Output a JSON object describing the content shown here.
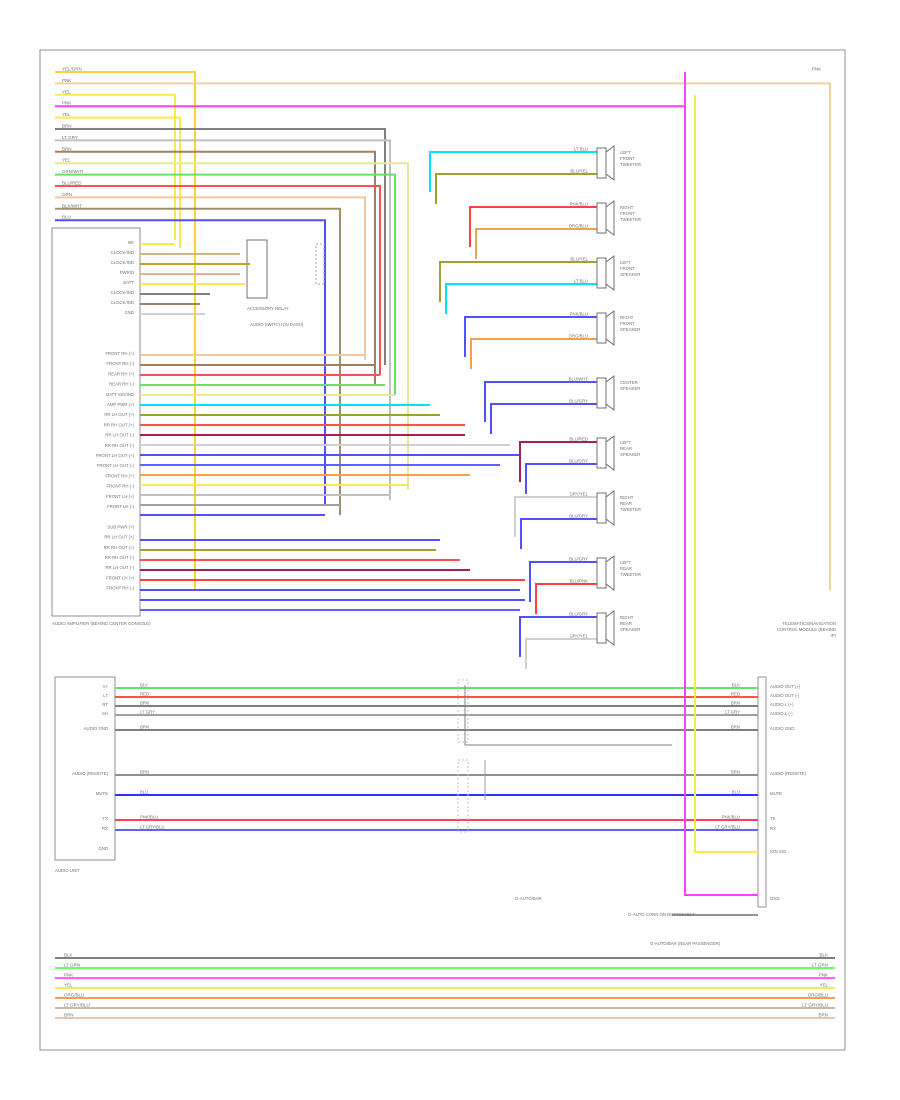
{
  "page_id": "",
  "top_bus": [
    {
      "label": "YEL/GRN",
      "color": "#ffd23c"
    },
    {
      "label": "PNK",
      "color": "#f0cfa0"
    },
    {
      "label": "YEL",
      "color": "#ffe84a"
    },
    {
      "label": "PNK",
      "color": "#ff40ff"
    },
    {
      "label": "YEL",
      "color": "#ffe84a"
    },
    {
      "label": "BRN",
      "color": "#808080"
    },
    {
      "label": "LT GRY",
      "color": "#c0c0c0"
    },
    {
      "label": "BRN",
      "color": "#a08060"
    },
    {
      "label": "YEL",
      "color": "#e8e89a"
    },
    {
      "label": "GRN/WHT",
      "color": "#66e066"
    },
    {
      "label": "BLU/RED",
      "color": "#ff5050"
    },
    {
      "label": "GRN",
      "color": "#f0c8a0"
    },
    {
      "label": "BLK/WHT",
      "color": "#a09070"
    },
    {
      "label": "BLU",
      "color": "#5050ff"
    }
  ],
  "top_bus_right_label": "PNK",
  "amp_left_labels": [
    "BK",
    "CLOCK/IND",
    "CLOCK/IND",
    "PWR/D",
    "BATT",
    "CLOCK/IND",
    "CLOCK/IND",
    "GND",
    "",
    "FRONT RH (+)",
    "FRONT RH (-)",
    "REAR RH (+)",
    "REAR RH (-)",
    "BATT SIG/IND",
    "AMP PWR (+)",
    "RR LH OUT (+)",
    "RR RH OUT (+)",
    "RR LH OUT (-)",
    "RR RH OUT (-)",
    "FRONT LH OUT (+)",
    "FRONT LH OUT (-)",
    "FRONT RH (+)",
    "FRONT RH (-)",
    "FRONT LH (+)",
    "FRONT LH (-)",
    "",
    "SUB PWR (+)",
    "RR LH OUT (+)",
    "RR RH OUT (+)",
    "RR RH OUT (-)",
    "RR LH OUT (-)",
    "FRONT LH (+)",
    "FRONT RH (-)"
  ],
  "amp_name": "AUDIO AMPLIFIER (BEHIND CENTER CONSOLE)",
  "switch_name": "AUDIO SWITCH (IN DASH)",
  "relay_name": "ACCESSORY RELAY",
  "speakers": [
    {
      "name": "LEFT FRONT TWEETER",
      "w1": "LT BLU",
      "w2": "BLU/YEL",
      "c1": "#00e0ff",
      "c2": "#a0a030"
    },
    {
      "name": "RIGHT FRONT TWEETER",
      "w1": "PNK/BLU",
      "w2": "ORG/BLU",
      "c1": "#ff4040",
      "c2": "#f0a050"
    },
    {
      "name": "LEFT FRONT SPEAKER",
      "w1": "BLU/YEL",
      "w2": "LT BLU",
      "c1": "#a0a030",
      "c2": "#00e0ff"
    },
    {
      "name": "RIGHT FRONT SPEAKER",
      "w1": "PNK/BLU",
      "w2": "ORG/BLU",
      "c1": "#5050ff",
      "c2": "#f0a050"
    },
    {
      "name": "CENTER SPEAKER",
      "w1": "BLU/WHT",
      "w2": "BLU/GRY",
      "c1": "#5050ff",
      "c2": "#5050ff"
    },
    {
      "name": "LEFT REAR SPEAKER",
      "w1": "BLU/RED",
      "w2": "BLU/GRY",
      "c1": "#a02060",
      "c2": "#5050ff"
    },
    {
      "name": "RIGHT REAR TWEETER",
      "w1": "GRY/YEL",
      "w2": "BLU/GRY",
      "c1": "#d0d0d0",
      "c2": "#5050ff"
    },
    {
      "name": "LEFT REAR TWEETER",
      "w1": "BLU/GRY",
      "w2": "BLU/PNK",
      "c1": "#5050ff",
      "c2": "#ff4040"
    },
    {
      "name": "RIGHT REAR SPEAKER",
      "w1": "BLU/GRY",
      "w2": "GRY/YEL",
      "c1": "#5050ff",
      "c2": "#d0d0d0"
    }
  ],
  "audio_unit_name": "AUDIO UNIT",
  "audio_unit_pins": [
    "V+",
    "LT",
    "RT",
    "SH",
    "AUDIO GND",
    "AUDIO (REMOTE)",
    "MUTE",
    "TX",
    "RX",
    "GND"
  ],
  "tcu_name": "TELEMATICS/NAVIGATION CONTROL MODULE (BEHIND IP)",
  "tcu_pins": [
    "AUDIO OUT (+)",
    "AUDIO OUT (-)",
    "AUDIO L (+)",
    "AUDIO L (-)",
    "AUDIO GND",
    "AUDIO (REMOTE)",
    "MUTE",
    "TX",
    "RX",
    "IGN SIG",
    "GND"
  ],
  "mid_wires": [
    {
      "label": "BLK",
      "color": "#66e066"
    },
    {
      "label": "RED",
      "color": "#ff5050"
    },
    {
      "label": "BRN",
      "color": "#808080"
    },
    {
      "label": "LT GRY",
      "color": "#a0a0a0"
    },
    {
      "label": "BRN",
      "color": "#808080"
    },
    {
      "label": "BRN",
      "color": "#909090"
    },
    {
      "label": "BLU",
      "color": "#3030ff"
    },
    {
      "label": "PNK/BLU",
      "color": "#ff4060"
    },
    {
      "label": "LT GRY/BLU",
      "color": "#6060ff"
    }
  ],
  "ground_label": "G-AUTO/BAR",
  "ground_label2": "G-AUTO/BAR (NEAR PASSENGER)",
  "tcu_gnd_note": "G-AUTO CONN ON BOTTOM BKT",
  "bottom_bus": [
    {
      "label": "BLK",
      "color": "#808080"
    },
    {
      "label": "LT GRN",
      "color": "#66ff66"
    },
    {
      "label": "PNK",
      "color": "#ff60ff"
    },
    {
      "label": "YEL",
      "color": "#ffe84a"
    },
    {
      "label": "ORG/BLU",
      "color": "#f0a050"
    },
    {
      "label": "LT GRY/BLU",
      "color": "#c8b8a8"
    },
    {
      "label": "BRN",
      "color": "#e0c8b8"
    }
  ]
}
